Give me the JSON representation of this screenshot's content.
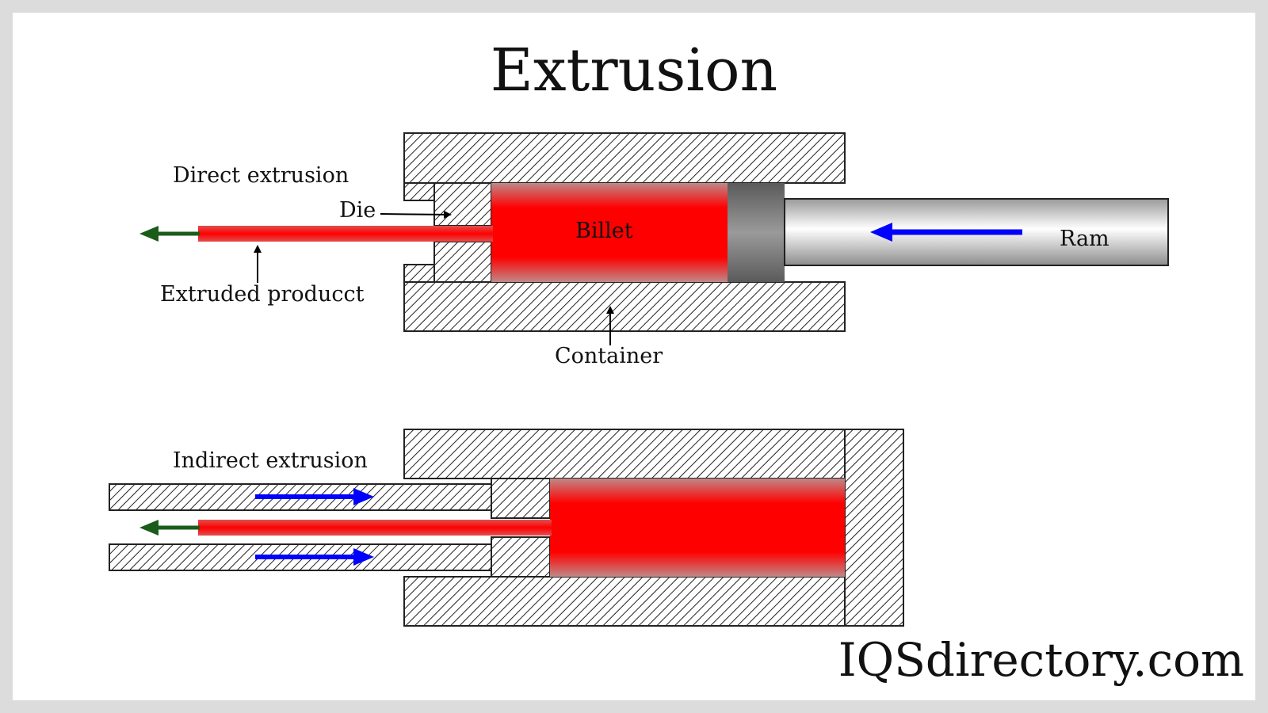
{
  "title": "Extrusion",
  "direct": {
    "heading": "Direct extrusion",
    "die": "Die",
    "billet": "Billet",
    "ram": "Ram",
    "product": "Extruded producct",
    "container": "Container"
  },
  "indirect": {
    "heading": "Indirect extrusion"
  },
  "brand": "IQSdirectory.com",
  "colors": {
    "billet": "#ff0000",
    "ram_arrow": "#0000ff",
    "product_arrow": "#1a5c1a",
    "hatch": "#222222",
    "ram_body": "#e8e8e8"
  }
}
